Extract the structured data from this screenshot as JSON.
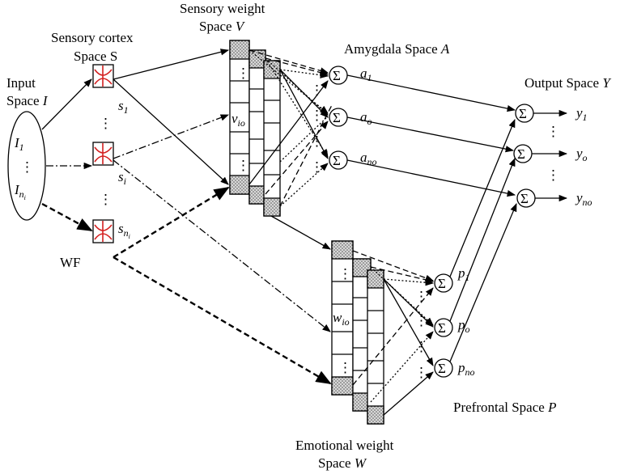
{
  "labels": {
    "input_title1": "Input",
    "input_title2": "Space",
    "input_title2_var": "I",
    "sensory_title1": "Sensory cortex",
    "sensory_title2": "Space S",
    "sweight_title1": "Sensory weight",
    "sweight_title2": "Space",
    "sweight_title2_var": "V",
    "amygdala_title": "Amygdala Space",
    "amygdala_title_var": "A",
    "output_title": "Output Space",
    "output_title_var": "Y",
    "prefrontal_title": "Prefrontal  Space",
    "prefrontal_title_var": "P",
    "eweight_title1": "Emotional weight",
    "eweight_title2": "Space",
    "eweight_title2_var": "W",
    "wf": "WF",
    "sigma": "Σ",
    "vdots": "⋮"
  },
  "vars": {
    "I": "I",
    "I_1": "1",
    "I_n": "n",
    "I_n_sub": "i",
    "s": "s",
    "s_1": "1",
    "s_i": "i",
    "s_n": "n",
    "s_n_sub": "i",
    "v": "v",
    "v_sub": "io",
    "w": "w",
    "w_sub": "io",
    "a": "a",
    "a_1": "1",
    "a_o": "o",
    "a_no": "no",
    "p": "p",
    "p_1": "1",
    "p_o": "o",
    "p_no": "no",
    "y": "y",
    "y_1": "1",
    "y_o": "o",
    "y_no": "no"
  }
}
